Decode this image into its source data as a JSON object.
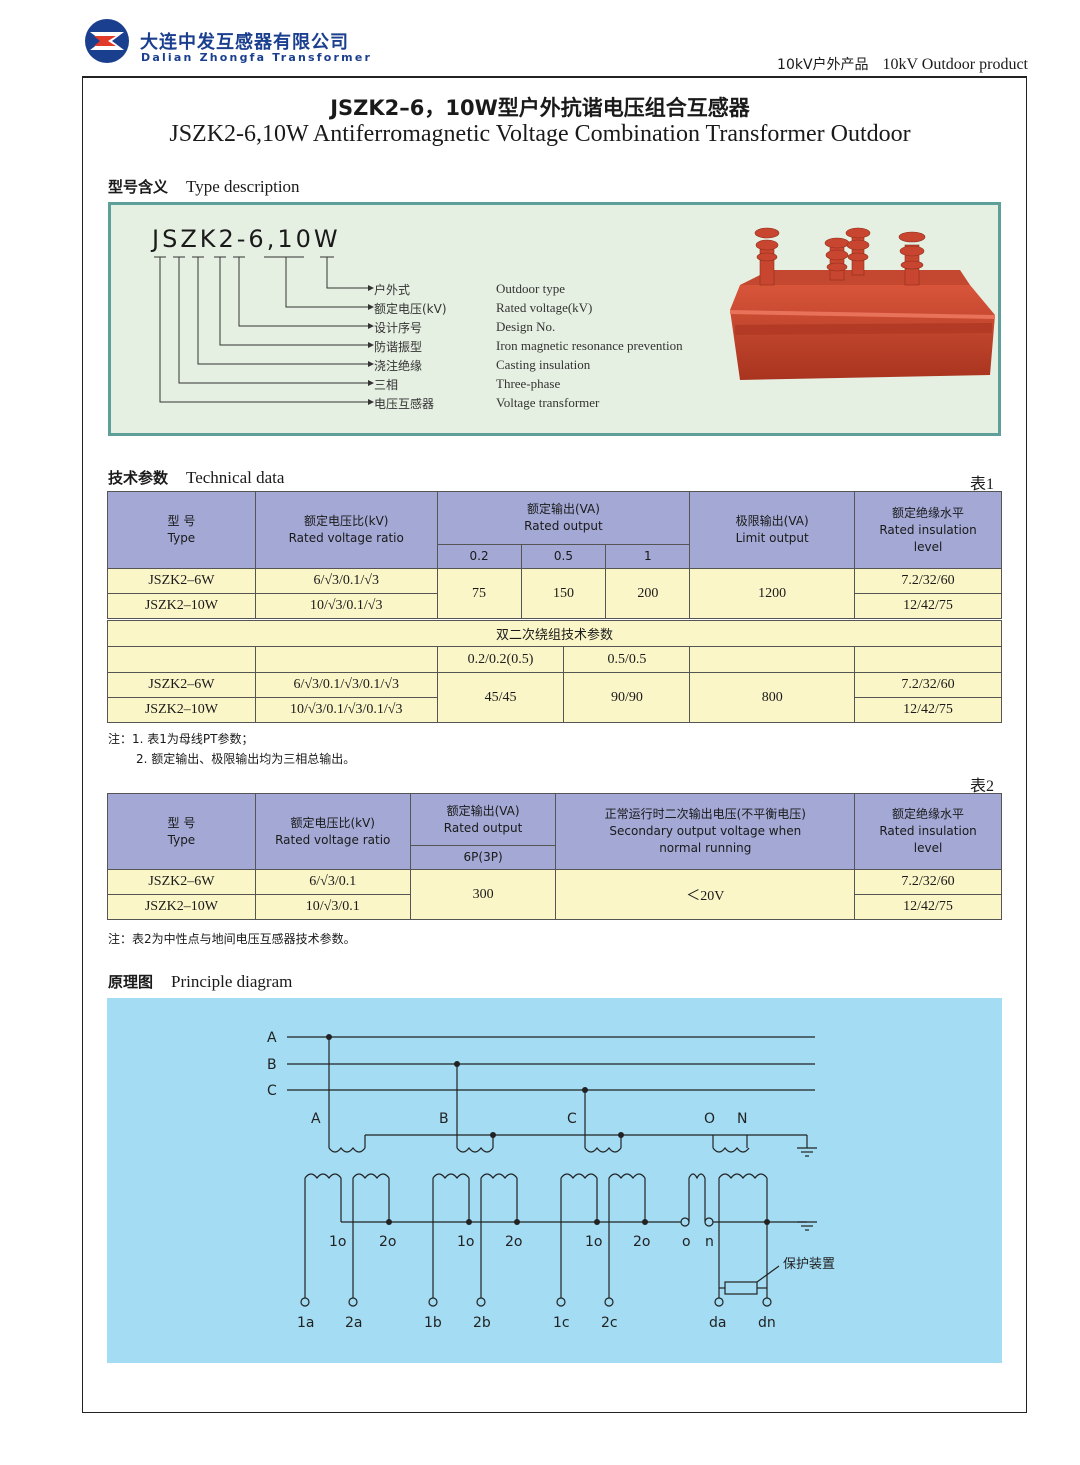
{
  "header": {
    "company_cn": "大连中发互感器有限公司",
    "company_en": "Dalian Zhongfa Transformer",
    "tag_cn": "10kV户外产品",
    "tag_en": "10kV Outdoor product"
  },
  "title": {
    "cn": "JSZK2–6，10W型户外抗谐电压组合互感器",
    "en": "JSZK2-6,10W Antiferromagnetic Voltage Combination Transformer Outdoor"
  },
  "type_description": {
    "heading_cn": "型号含义",
    "heading_en": "Type description",
    "model_code": "JSZK2-6,10W",
    "items": [
      {
        "cn": "户外式",
        "en": "Outdoor type"
      },
      {
        "cn": "额定电压(kV)",
        "en": "Rated voltage(kV)"
      },
      {
        "cn": "设计序号",
        "en": "Design No."
      },
      {
        "cn": "防谐振型",
        "en": "Iron magnetic resonance prevention"
      },
      {
        "cn": "浇注绝缘",
        "en": "Casting insulation"
      },
      {
        "cn": "三相",
        "en": "Three-phase"
      },
      {
        "cn": "电压互感器",
        "en": "Voltage transformer"
      }
    ]
  },
  "technical": {
    "heading_cn": "技术参数",
    "heading_en": "Technical data",
    "table1_label": "表1",
    "table2_label": "表2",
    "h_type_cn": "型 号",
    "h_type_en": "Type",
    "h_ratio_cn": "额定电压比(kV)",
    "h_ratio_en": "Rated voltage ratio",
    "h_output_cn": "额定输出(VA)",
    "h_output_en": "Rated output",
    "h_limit_cn": "极限输出(VA)",
    "h_limit_en": "Limit output",
    "h_ins_cn": "额定绝缘水平",
    "h_ins_en": "Rated insulation",
    "h_ins_en2": "level",
    "acc1": "0.2",
    "acc2": "0.5",
    "acc3": "1",
    "t1_rows": [
      {
        "type": "JSZK2–6W",
        "ratio": "6/√3/0.1/√3",
        "ins": "7.2/32/60"
      },
      {
        "type": "JSZK2–10W",
        "ratio": "10/√3/0.1/√3",
        "ins": "12/42/75"
      }
    ],
    "t1_out1": "75",
    "t1_out2": "150",
    "t1_out3": "200",
    "t1_limit": "1200",
    "dual_title": "双二次绕组技术参数",
    "dual_acc1": "0.2/0.2(0.5)",
    "dual_acc2": "0.5/0.5",
    "dual_rows": [
      {
        "type": "JSZK2–6W",
        "ratio": "6/√3/0.1/√3/0.1/√3",
        "ins": "7.2/32/60"
      },
      {
        "type": "JSZK2–10W",
        "ratio": "10/√3/0.1/√3/0.1/√3",
        "ins": "12/42/75"
      }
    ],
    "dual_out1": "45/45",
    "dual_out2": "90/90",
    "dual_limit": "800",
    "note1": "注：1. 表1为母线PT参数；",
    "note2": "2. 额定输出、极限输出均为三相总输出。",
    "h_sec_cn": "正常运行时二次输出电压(不平衡电压)",
    "h_sec_en": "Secondary output voltage when",
    "h_sec_en2": "normal running",
    "t2_acc": "6P(3P)",
    "t2_rows": [
      {
        "type": "JSZK2–6W",
        "ratio": "6/√3/0.1",
        "ins": "7.2/32/60"
      },
      {
        "type": "JSZK2–10W",
        "ratio": "10/√3/0.1",
        "ins": "12/42/75"
      }
    ],
    "t2_out": "300",
    "t2_sec": "＜20V",
    "note3": "注：表2为中性点与地间电压互感器技术参数。"
  },
  "principle": {
    "heading_cn": "原理图",
    "heading_en": "Principle diagram",
    "bus_labels": [
      "A",
      "B",
      "C"
    ],
    "unit_labels": [
      "A",
      "B",
      "C",
      "O",
      "N"
    ],
    "mid_labels": [
      "1o",
      "2o",
      "1o",
      "2o",
      "1o",
      "2o",
      "o",
      "n"
    ],
    "terminals": [
      "1a",
      "2a",
      "1b",
      "2b",
      "1c",
      "2c",
      "da",
      "dn"
    ],
    "protect_label": "保护装置"
  },
  "colors": {
    "header_blue": "#a3a8d4",
    "cell_yellow": "#fbf6c8",
    "diagram_bg": "#a3dcf3",
    "product_red": "#c8452f"
  }
}
